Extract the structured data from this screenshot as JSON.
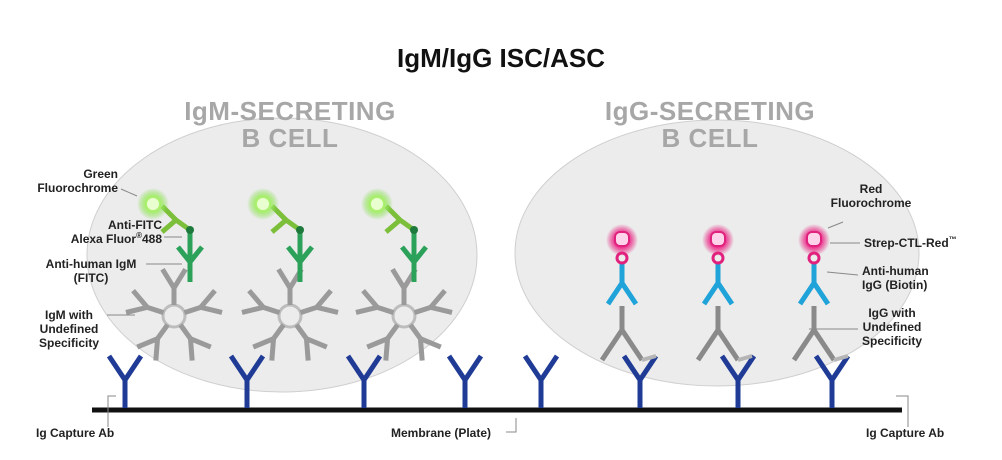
{
  "title": "IgM/IgG ISC/ASC",
  "cells": {
    "igm": {
      "line1": "IgM-SECRETING",
      "line2": "B CELL"
    },
    "igg": {
      "line1": "IgG-SECRETING",
      "line2": "B CELL"
    }
  },
  "labels": {
    "green_fluoro": {
      "line1": "Green",
      "line2": "Fluorochrome"
    },
    "anti_fitc": {
      "line1": "Anti-FITC",
      "line2a": "Alexa Fluor",
      "sup": "®",
      "line2b": "488"
    },
    "anti_human_igm": {
      "line1": "Anti-human IgM",
      "line2": "(FITC)"
    },
    "igm_undefined": {
      "line1": "IgM with",
      "line2": "Undefined",
      "line3": "Specificity"
    },
    "ig_capture_left": "Ig Capture Ab",
    "membrane": "Membrane (Plate)",
    "ig_capture_right": "Ig Capture Ab",
    "red_fluoro": {
      "line1": "Red",
      "line2": "Fluorochrome"
    },
    "strep": {
      "text": "Strep-CTL-Red",
      "tm": "™"
    },
    "anti_human_igg": {
      "line1": "Anti-human",
      "line2": "IgG (Biotin)"
    },
    "igg_undefined": {
      "line1": "IgG with",
      "line2": "Undefined",
      "line3": "Specificity"
    }
  },
  "colors": {
    "capture_ab": "#1f3b96",
    "igm_gray": "#9a9a9a",
    "anti_igm_green": "#2ba15a",
    "anti_fitc_green": "#7cbf3a",
    "green_glow": "#8de35a",
    "anti_igg_blue": "#1fa3d8",
    "red_glow": "#e0217d",
    "igg_gray": "#8a8a8a",
    "cell_fill": "#ececec",
    "membrane": "#111111"
  }
}
